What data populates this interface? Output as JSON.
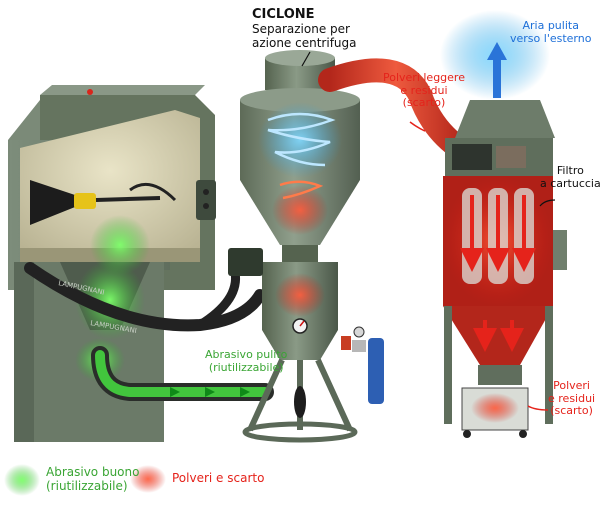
{
  "labels": {
    "ciclone": "CICLONE",
    "ciclone_desc_1": "Separazione per",
    "ciclone_desc_2": "azione centrifuga",
    "aria_1": "Aria pulita",
    "aria_2": "verso l'esterno",
    "polveri_leggere_1": "Polveri leggere",
    "polveri_leggere_2": "e residui",
    "polveri_leggere_3": "(scarto)",
    "filtro_1": "Filtro",
    "filtro_2": "a cartuccia",
    "abrasivo_pulito_1": "Abrasivo pulito",
    "abrasivo_pulito_2": "(riutilizzabile)",
    "polveri_residui_1": "Polveri",
    "polveri_residui_2": "e residui",
    "polveri_residui_3": "(scarto)",
    "brand": "LAMPUGNANI"
  },
  "legend": {
    "good_1": "Abrasivo buono",
    "good_2": "(riutilizzabile)",
    "waste": "Polveri e scarto"
  },
  "colors": {
    "machine": "#6f7f6e",
    "machine_dark": "#4d5a4c",
    "abrasive_green": "#39c53a",
    "waste_red": "#e5231b",
    "air_blue": "#1d6fd8"
  }
}
